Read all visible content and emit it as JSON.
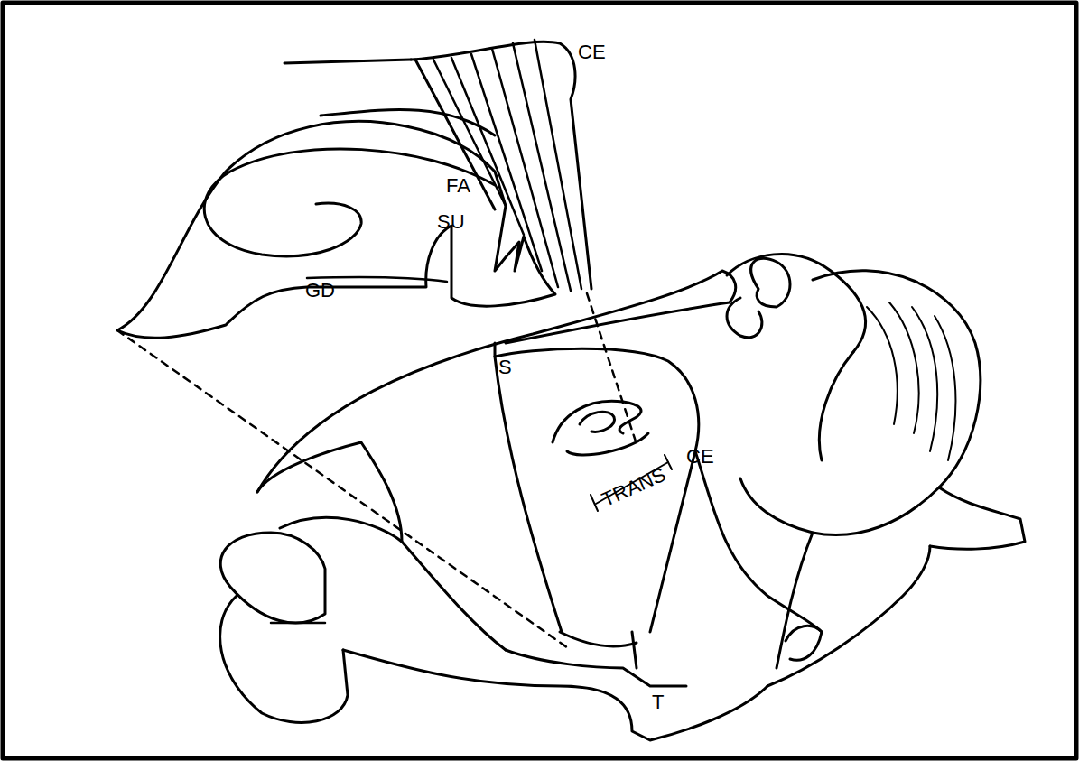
{
  "diagram": {
    "labels": [
      "CE",
      "FA",
      "SU",
      "GD",
      "S",
      "TRANS",
      "CE",
      "T"
    ]
  }
}
